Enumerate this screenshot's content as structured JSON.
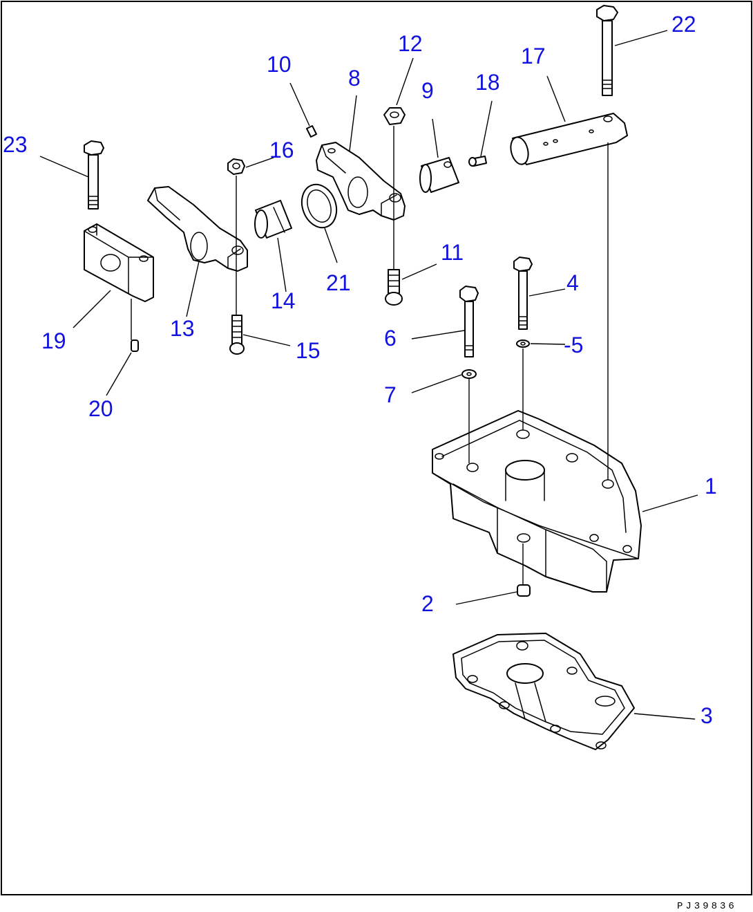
{
  "drawing_code": "PJ39836",
  "colors": {
    "callout": "#1212e0",
    "line": "#000000",
    "background": "#ffffff"
  },
  "callouts": [
    {
      "id": "c1",
      "label": "1"
    },
    {
      "id": "c2",
      "label": "2"
    },
    {
      "id": "c3",
      "label": "3"
    },
    {
      "id": "c4",
      "label": "4"
    },
    {
      "id": "c5",
      "label": "-5"
    },
    {
      "id": "c6",
      "label": "6"
    },
    {
      "id": "c7",
      "label": "7"
    },
    {
      "id": "c8",
      "label": "8"
    },
    {
      "id": "c9",
      "label": "9"
    },
    {
      "id": "c10",
      "label": "10"
    },
    {
      "id": "c11",
      "label": "11"
    },
    {
      "id": "c12",
      "label": "12"
    },
    {
      "id": "c13",
      "label": "13"
    },
    {
      "id": "c14",
      "label": "14"
    },
    {
      "id": "c15",
      "label": "15"
    },
    {
      "id": "c16",
      "label": "16"
    },
    {
      "id": "c17",
      "label": "17"
    },
    {
      "id": "c18",
      "label": "18"
    },
    {
      "id": "c19",
      "label": "19"
    },
    {
      "id": "c20",
      "label": "20"
    },
    {
      "id": "c21",
      "label": "21"
    },
    {
      "id": "c22",
      "label": "22"
    },
    {
      "id": "c23",
      "label": "23"
    }
  ]
}
